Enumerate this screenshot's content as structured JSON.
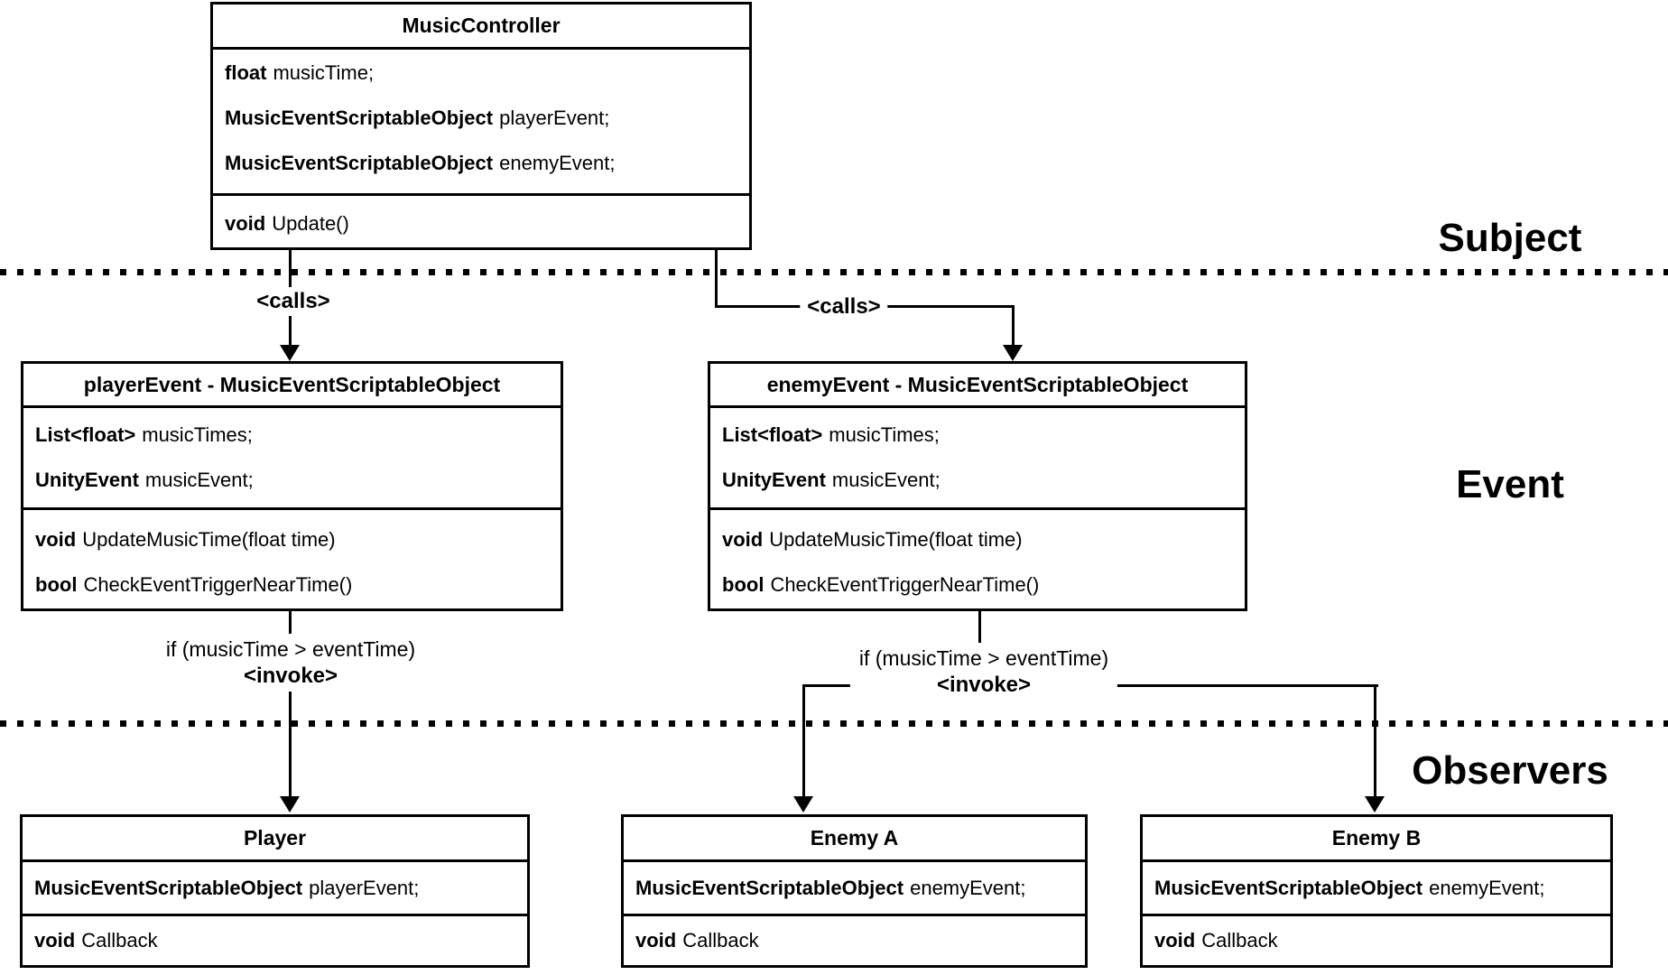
{
  "diagram": {
    "background_color": "#ffffff",
    "line_color": "#000000",
    "section_labels": {
      "subject": "Subject",
      "event": "Event",
      "observers": "Observers"
    },
    "classes": [
      {
        "id": "music-controller",
        "title": "MusicController",
        "attributes": [
          {
            "type": "float",
            "name": "musicTime;"
          },
          {
            "type": "MusicEventScriptableObject",
            "name": "playerEvent;"
          },
          {
            "type": "MusicEventScriptableObject",
            "name": "enemyEvent;"
          }
        ],
        "methods": [
          {
            "type": "void",
            "name": "Update()"
          }
        ]
      },
      {
        "id": "player-event",
        "title": "playerEvent - MusicEventScriptableObject",
        "attributes": [
          {
            "type": "List<float>",
            "name": "musicTimes;"
          },
          {
            "type": "UnityEvent",
            "name": "musicEvent;"
          }
        ],
        "methods": [
          {
            "type": "void",
            "name": "UpdateMusicTime(float time)"
          },
          {
            "type": "bool",
            "name": "CheckEventTriggerNearTime()"
          }
        ]
      },
      {
        "id": "enemy-event",
        "title": "enemyEvent - MusicEventScriptableObject",
        "attributes": [
          {
            "type": "List<float>",
            "name": "musicTimes;"
          },
          {
            "type": "UnityEvent",
            "name": "musicEvent;"
          }
        ],
        "methods": [
          {
            "type": "void",
            "name": "UpdateMusicTime(float time)"
          },
          {
            "type": "bool",
            "name": "CheckEventTriggerNearTime()"
          }
        ]
      },
      {
        "id": "player",
        "title": "Player",
        "attributes": [
          {
            "type": "MusicEventScriptableObject",
            "name": "playerEvent;"
          }
        ],
        "methods": [
          {
            "type": "void",
            "name": "Callback"
          }
        ]
      },
      {
        "id": "enemy-a",
        "title": "Enemy A",
        "attributes": [
          {
            "type": "MusicEventScriptableObject",
            "name": "enemyEvent;"
          }
        ],
        "methods": [
          {
            "type": "void",
            "name": "Callback"
          }
        ]
      },
      {
        "id": "enemy-b",
        "title": "Enemy B",
        "attributes": [
          {
            "type": "MusicEventScriptableObject",
            "name": "enemyEvent;"
          }
        ],
        "methods": [
          {
            "type": "void",
            "name": "Callback"
          }
        ]
      }
    ],
    "connectors": {
      "calls_player": {
        "label": "<calls>"
      },
      "calls_enemy": {
        "label": "<calls>"
      },
      "invoke_player": {
        "condition": "if (musicTime > eventTime)",
        "label": "<invoke>"
      },
      "invoke_enemy": {
        "condition": "if (musicTime > eventTime)",
        "label": "<invoke>"
      }
    }
  }
}
